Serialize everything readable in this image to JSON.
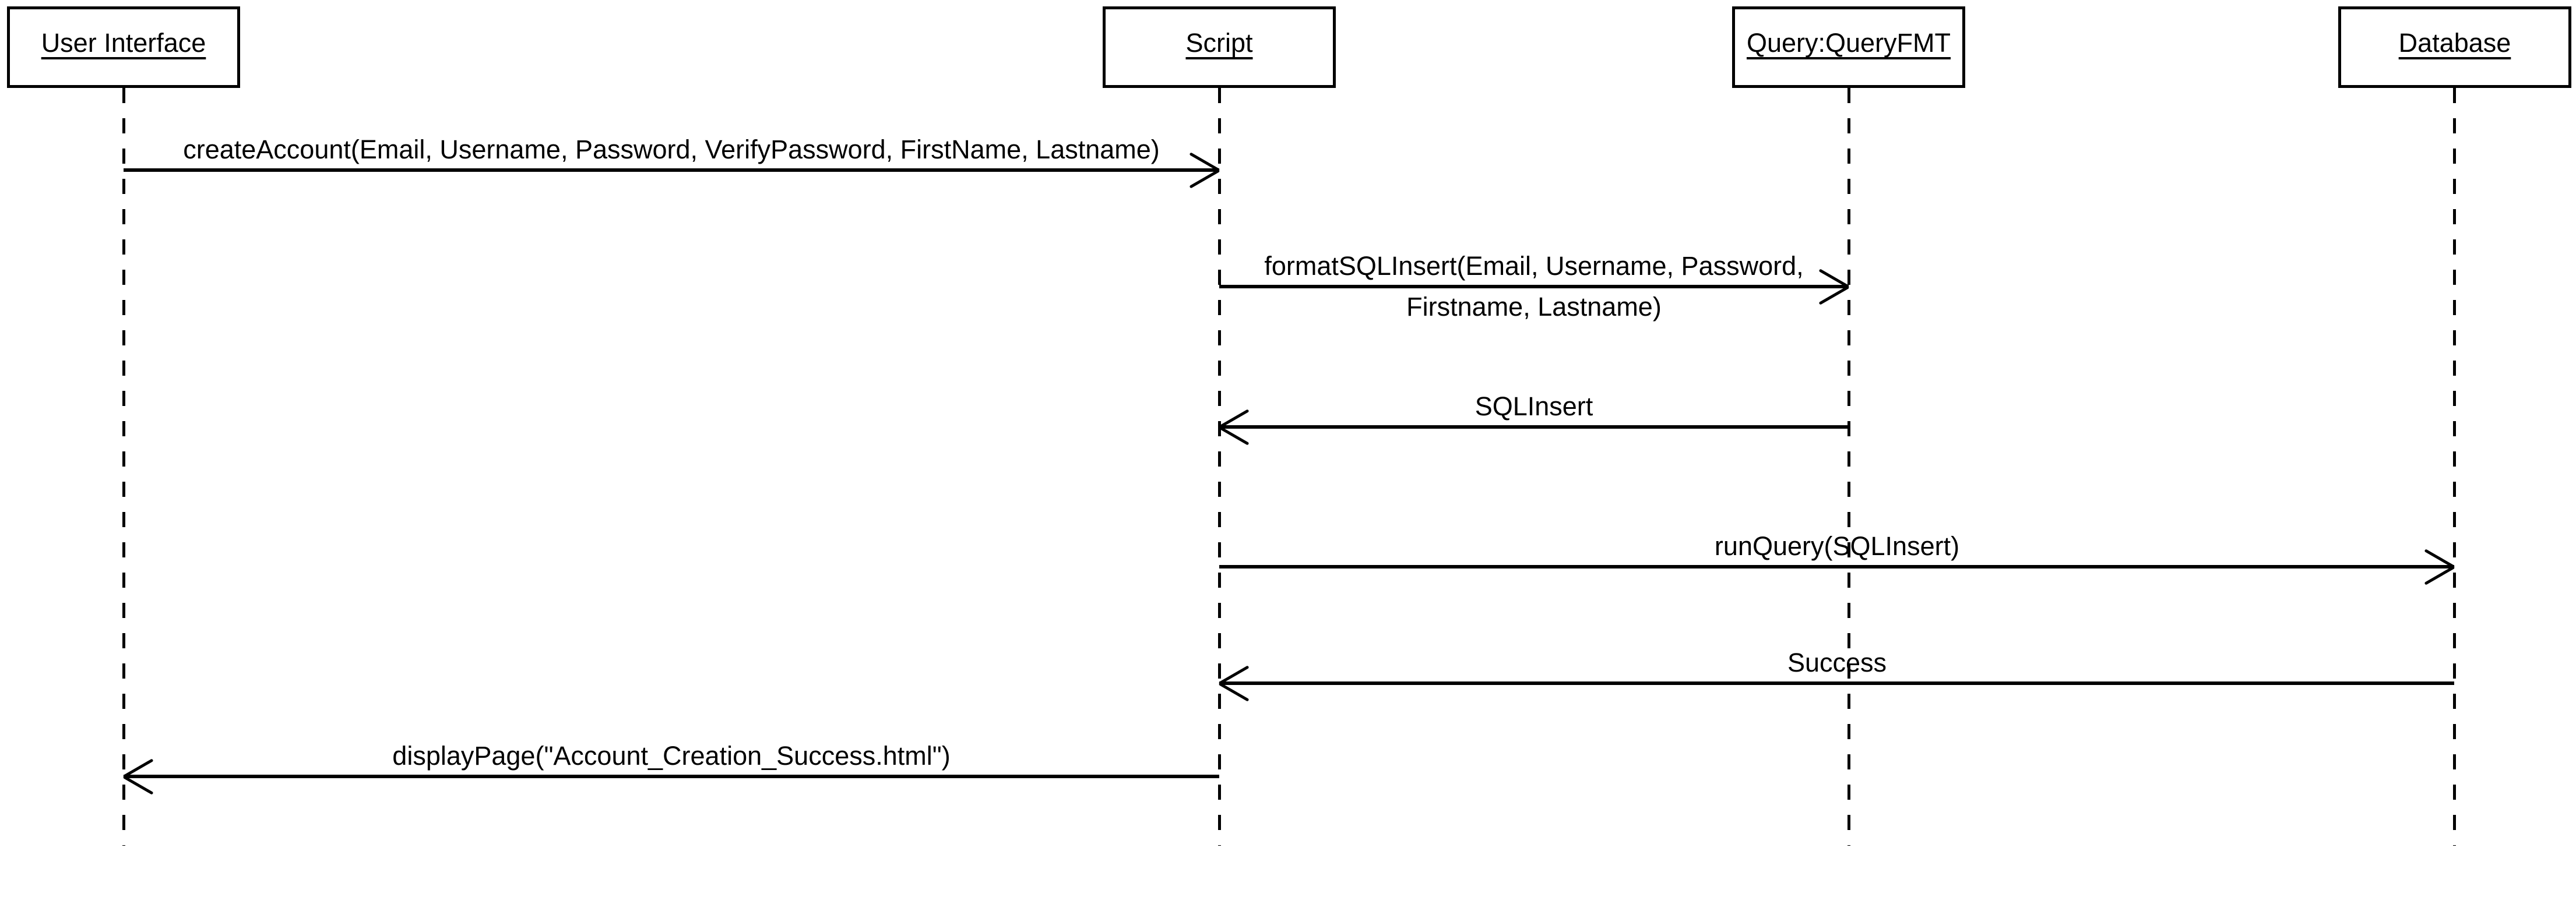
{
  "diagram": {
    "type": "uml-sequence-diagram",
    "background_color": "#ffffff",
    "line_color": "#000000"
  },
  "actors": [
    {
      "id": "user-interface",
      "label": "User Interface"
    },
    {
      "id": "script",
      "label": "Script"
    },
    {
      "id": "query-queryfmt",
      "label": "Query:QueryFMT"
    },
    {
      "id": "database",
      "label": "Database"
    }
  ],
  "messages": [
    {
      "label": "createAccount(Email, Username, Password, VerifyPassword, FirstName, Lastname)",
      "from": "User Interface",
      "to": "Script",
      "direction": "right"
    },
    {
      "label": "formatSQLInsert(Email, Username, Password,",
      "label_line2": "Firstname, Lastname)",
      "from": "Script",
      "to": "Query:QueryFMT",
      "direction": "right"
    },
    {
      "label": "SQLInsert",
      "from": "Query:QueryFMT",
      "to": "Script",
      "direction": "left"
    },
    {
      "label": "runQuery(SQLInsert)",
      "from": "Script",
      "to": "Database",
      "direction": "right"
    },
    {
      "label": "Success",
      "from": "Database",
      "to": "Script",
      "direction": "left"
    },
    {
      "label": "displayPage(\"Account_Creation_Success.html\")",
      "from": "Script",
      "to": "User Interface",
      "direction": "left"
    }
  ]
}
